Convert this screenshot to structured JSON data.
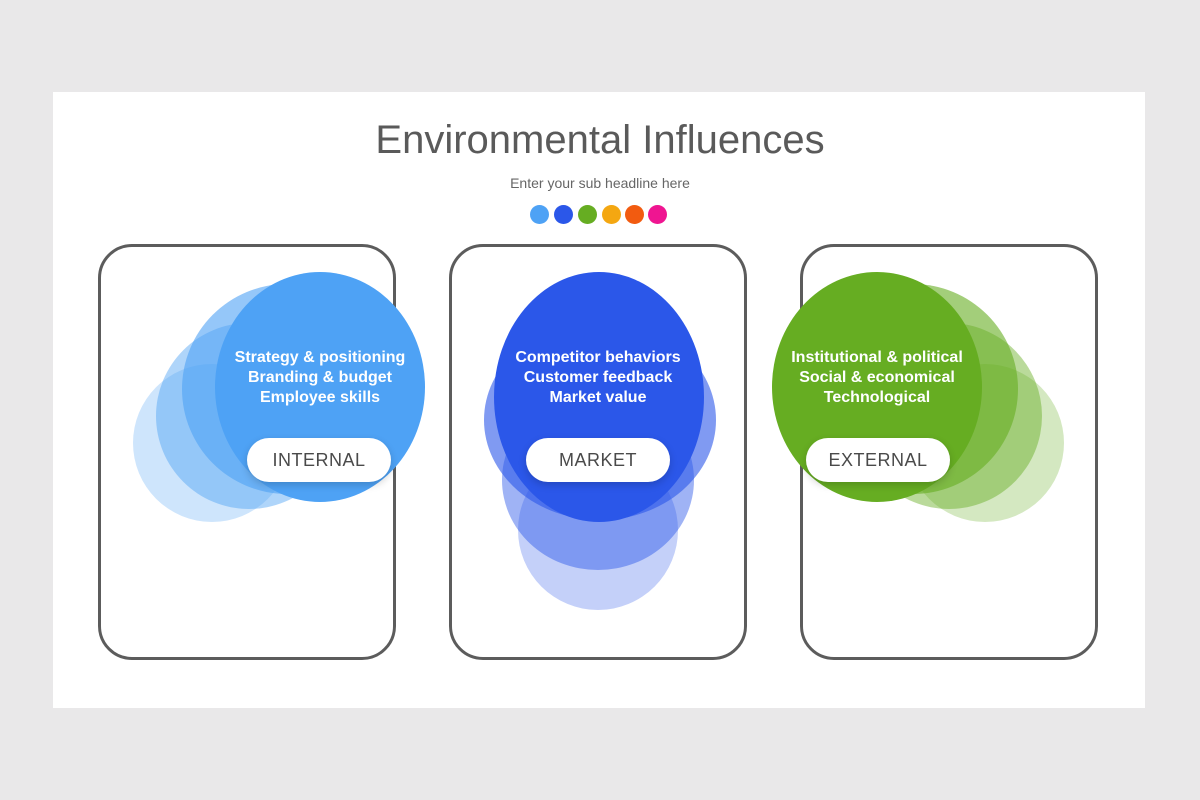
{
  "header": {
    "title": "Environmental Influences",
    "subtitle": "Enter your sub headline here"
  },
  "palette": [
    "#4ea2f5",
    "#2b57e9",
    "#66ad22",
    "#f4a711",
    "#f25b10",
    "#ef1591"
  ],
  "panels": [
    {
      "label": "INTERNAL",
      "color": "#4ea2f5",
      "lines": [
        "Strategy & positioning",
        "Branding & budget",
        "Employee skills"
      ]
    },
    {
      "label": "MARKET",
      "color": "#2b57e9",
      "lines": [
        "Competitor behaviors",
        "Customer feedback",
        "Market value"
      ]
    },
    {
      "label": "EXTERNAL",
      "color": "#66ad22",
      "lines": [
        "Institutional & political",
        "Social & economical",
        "Technological"
      ]
    }
  ]
}
